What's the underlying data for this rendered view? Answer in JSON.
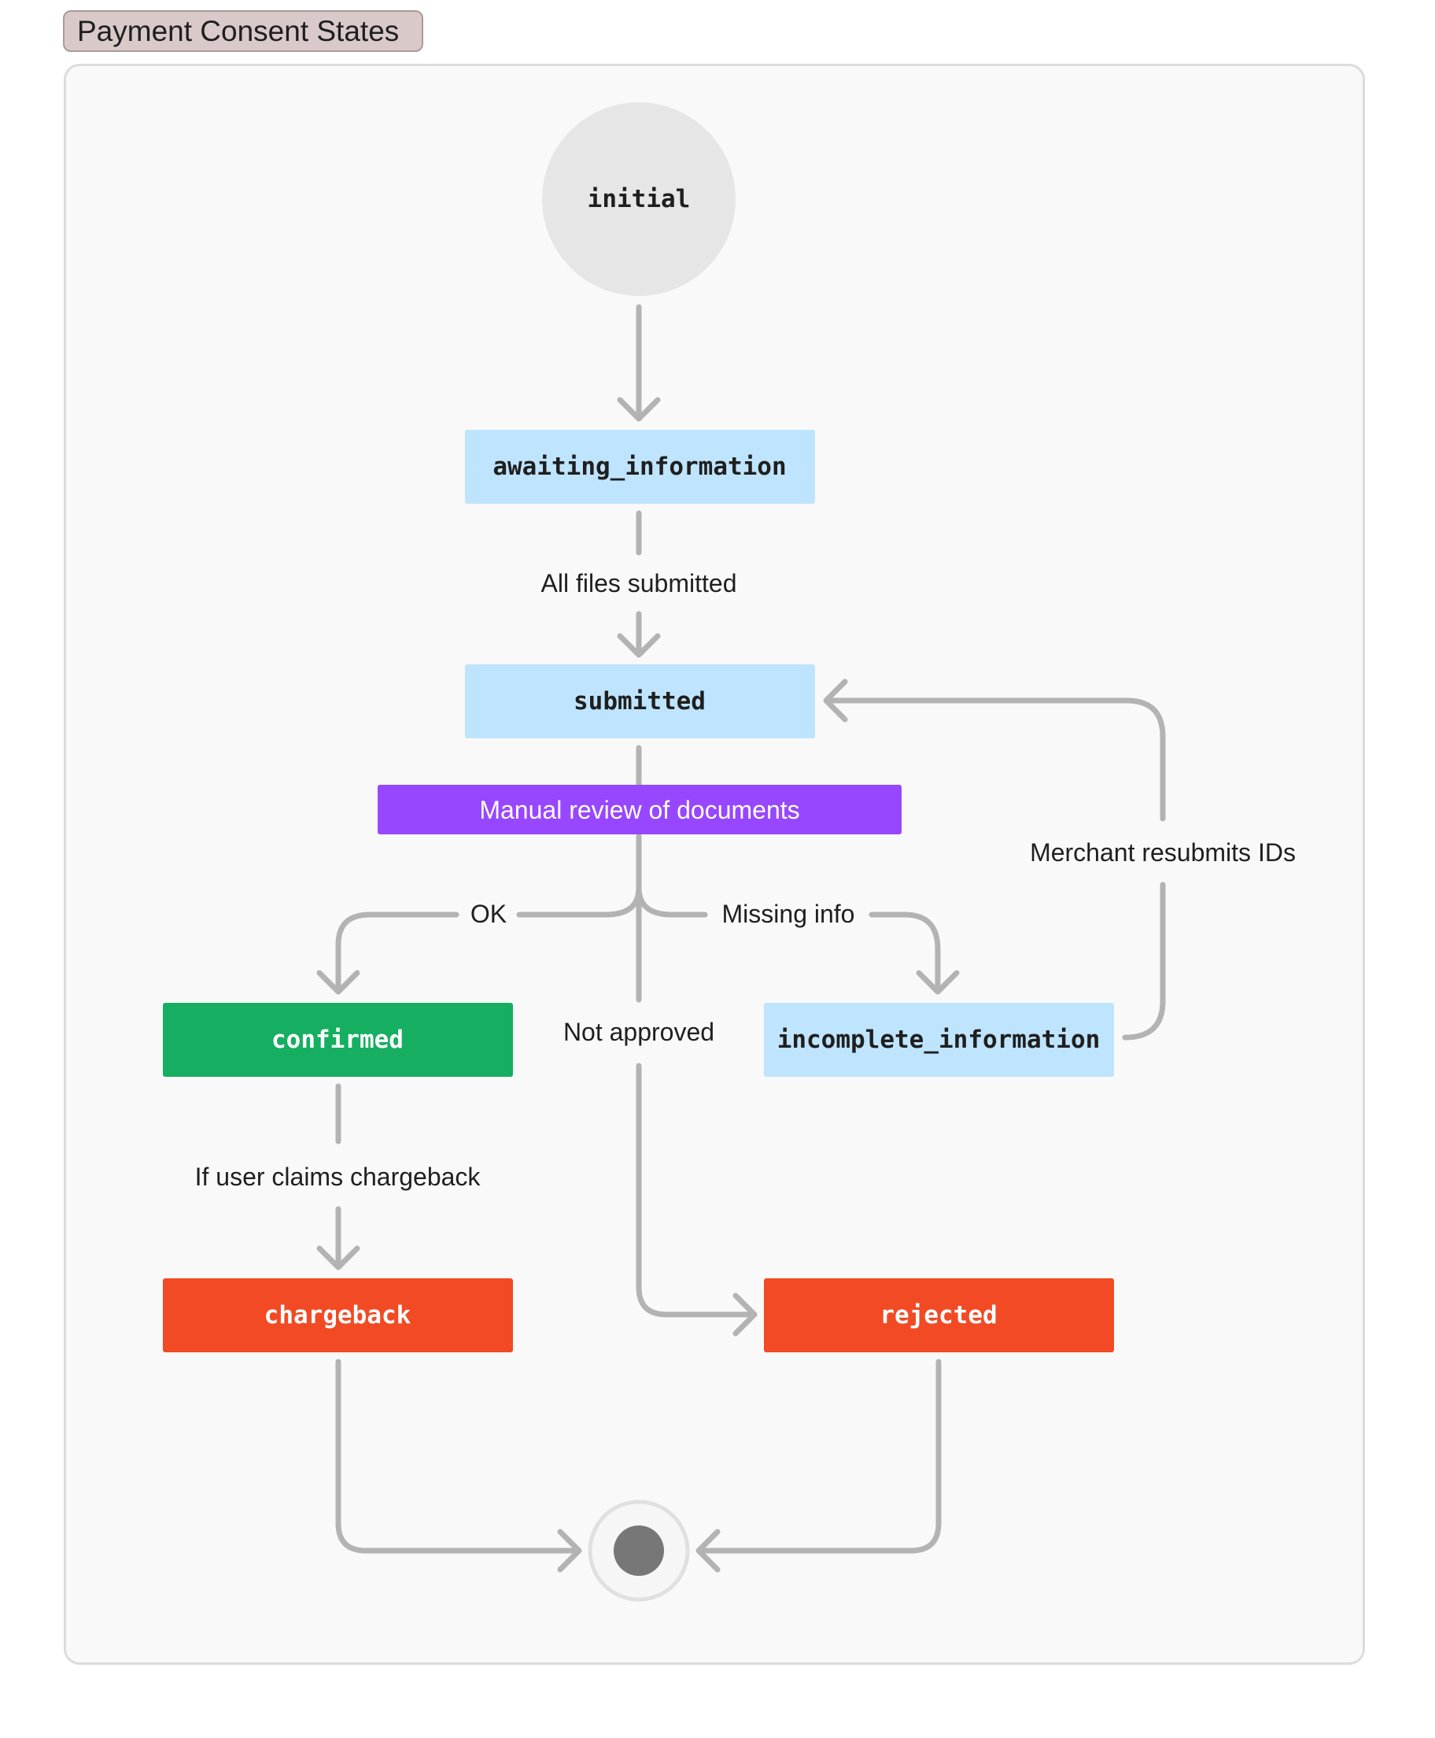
{
  "title": "Payment Consent States",
  "states": {
    "initial": "initial",
    "awaiting_information": "awaiting_information",
    "submitted": "submitted",
    "confirmed": "confirmed",
    "incomplete_information": "incomplete_information",
    "chargeback": "chargeback",
    "rejected": "rejected"
  },
  "review_step": "Manual review of documents",
  "transitions": {
    "all_files_submitted": "All files submitted",
    "ok": "OK",
    "missing_info": "Missing info",
    "not_approved": "Not approved",
    "merchant_resubmits": "Merchant resubmits IDs",
    "user_claims_chargeback": "If user claims chargeback"
  },
  "colors": {
    "pending_state": "#bfe4fd",
    "success_state": "#16ae60",
    "error_state": "#f24a24",
    "review_step": "#9747ff",
    "initial_state": "#e6e6e6",
    "arrow": "#b3b3b3",
    "end_dot": "#777777"
  }
}
